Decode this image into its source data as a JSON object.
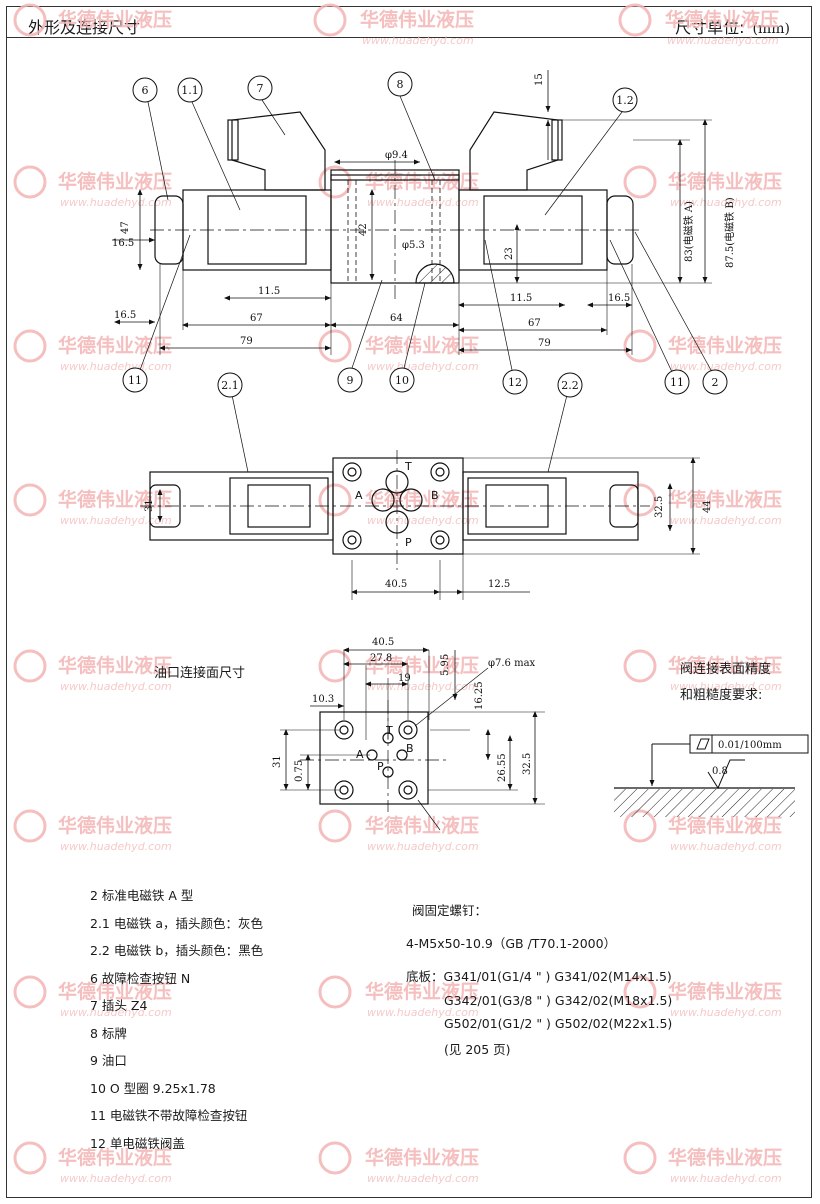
{
  "header": {
    "title": "外形及连接尺寸",
    "unit_label": "尺寸单位:",
    "unit_value": "(mm)"
  },
  "watermark": {
    "brand": "华德伟业液压",
    "url": "www.huadehyd.com"
  },
  "top_view": {
    "balloons": [
      "6",
      "1.1",
      "7",
      "8",
      "1.2",
      "11",
      "9",
      "10",
      "12",
      "11",
      "2"
    ],
    "dims": {
      "d94": "φ9.4",
      "d53": "φ5.3",
      "h47": "47",
      "w165_left": "16.5",
      "h42": "42",
      "h23": "23",
      "h15": "15",
      "w115_left": "11.5",
      "w115_right": "11.5",
      "w165_bottom": "16.5",
      "w165_right": "16.5",
      "w67_left": "67",
      "w67_right": "67",
      "w79_left": "79",
      "w79_right": "79",
      "w64": "64",
      "h83": "83(电磁铁 A)",
      "h875": "87.5(电磁铁 B)"
    }
  },
  "front_view": {
    "balloons": [
      "2.1",
      "2.2"
    ],
    "ports": [
      "T",
      "A",
      "B",
      "P"
    ],
    "dims": {
      "h31": "31",
      "h325": "32.5",
      "h44": "44",
      "w405": "40.5",
      "w125": "12.5"
    }
  },
  "port_face": {
    "title": "油口连接面尺寸",
    "ports": [
      "T",
      "A",
      "B",
      "P"
    ],
    "dims": {
      "w405": "40.5",
      "w278": "27.8",
      "w19": "19",
      "w103": "10.3",
      "h595": "5.95",
      "d76": "φ7.6 max",
      "h1625": "16.25",
      "h31": "31",
      "h075": "0.75",
      "h2655": "26.55",
      "h325": "32.5"
    }
  },
  "surface": {
    "title_line1": "阀连接表面精度",
    "title_line2": "和粗糙度要求:",
    "flatness": "0.01/100mm",
    "roughness": "0.8"
  },
  "notes": [
    "2 标准电磁铁 A 型",
    "2.1 电磁铁 a，插头颜色：灰色",
    "2.2 电磁铁 b，插头颜色：黑色",
    "6 故障检查按钮 N",
    "7 插头 Z4",
    "8 标牌",
    "9 油口",
    "10 O 型圈 9.25x1.78",
    "11 电磁铁不带故障检查按钮",
    "12 单电磁铁阀盖"
  ],
  "screws": {
    "title": "阀固定螺钉：",
    "spec": "4-M5x50-10.9（GB /T70.1-2000）",
    "base_line1": "底板：G341/01(G1/4 \" ) G341/02(M14x1.5)",
    "base_line2": "G342/01(G3/8 \" ) G342/02(M18x1.5)",
    "base_line3": "G502/01(G1/2 \" ) G502/02(M22x1.5)",
    "base_line4": "(见 205 页)"
  }
}
